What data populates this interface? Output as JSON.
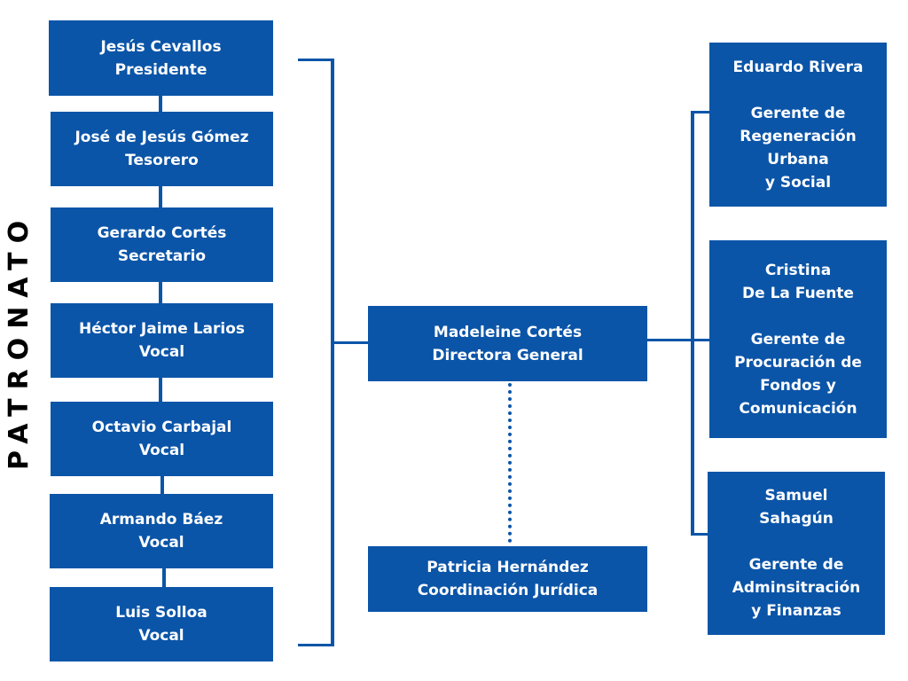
{
  "title": "PATRONATO",
  "board": [
    {
      "name": "Jesús Cevallos",
      "role": "Presidente"
    },
    {
      "name": "José de Jesús Gómez",
      "role": "Tesorero"
    },
    {
      "name": "Gerardo Cortés",
      "role": "Secretario"
    },
    {
      "name": "Héctor Jaime Larios",
      "role": "Vocal"
    },
    {
      "name": "Octavio Carbajal",
      "role": "Vocal"
    },
    {
      "name": "Armando Báez",
      "role": "Vocal"
    },
    {
      "name": "Luis Solloa",
      "role": "Vocal"
    }
  ],
  "director": {
    "name": "Madeleine Cortés",
    "role": "Directora General"
  },
  "legal": {
    "name": "Patricia Hernández",
    "role": "Coordinación Jurídica"
  },
  "managers": [
    {
      "name_lines": [
        "Eduardo Rivera"
      ],
      "role_lines": [
        "Gerente de",
        "Regeneración",
        "Urbana",
        "y Social"
      ]
    },
    {
      "name_lines": [
        "Cristina",
        "De La Fuente"
      ],
      "role_lines": [
        "Gerente de",
        "Procuración de",
        "Fondos y",
        "Comunicación"
      ]
    },
    {
      "name_lines": [
        "Samuel",
        "Sahagún"
      ],
      "role_lines": [
        "Gerente de",
        "Adminsitración",
        "y Finanzas"
      ]
    }
  ],
  "colors": {
    "box": "#0b55a8",
    "text": "#ffffff",
    "title": "#000000"
  }
}
